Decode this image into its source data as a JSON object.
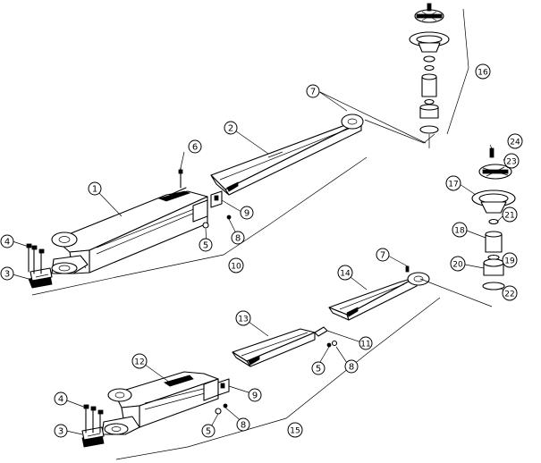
{
  "callouts": [
    {
      "id": "c1",
      "label": "1"
    },
    {
      "id": "c2",
      "label": "2"
    },
    {
      "id": "c3a",
      "label": "3"
    },
    {
      "id": "c3b",
      "label": "3"
    },
    {
      "id": "c4a",
      "label": "4"
    },
    {
      "id": "c4b",
      "label": "4"
    },
    {
      "id": "c5a",
      "label": "5"
    },
    {
      "id": "c5b",
      "label": "5"
    },
    {
      "id": "c5c",
      "label": "5"
    },
    {
      "id": "c6",
      "label": "6"
    },
    {
      "id": "c7a",
      "label": "7"
    },
    {
      "id": "c7b",
      "label": "7"
    },
    {
      "id": "c8a",
      "label": "8"
    },
    {
      "id": "c8b",
      "label": "8"
    },
    {
      "id": "c8c",
      "label": "8"
    },
    {
      "id": "c9a",
      "label": "9"
    },
    {
      "id": "c9b",
      "label": "9"
    },
    {
      "id": "c10",
      "label": "10"
    },
    {
      "id": "c11",
      "label": "11"
    },
    {
      "id": "c12",
      "label": "12"
    },
    {
      "id": "c13",
      "label": "13"
    },
    {
      "id": "c14",
      "label": "14"
    },
    {
      "id": "c15",
      "label": "15"
    },
    {
      "id": "c16",
      "label": "16"
    },
    {
      "id": "c17",
      "label": "17"
    },
    {
      "id": "c18",
      "label": "18"
    },
    {
      "id": "c19",
      "label": "19"
    },
    {
      "id": "c20",
      "label": "20"
    },
    {
      "id": "c21",
      "label": "21"
    },
    {
      "id": "c22",
      "label": "22"
    },
    {
      "id": "c23",
      "label": "23"
    },
    {
      "id": "c24",
      "label": "24"
    }
  ]
}
